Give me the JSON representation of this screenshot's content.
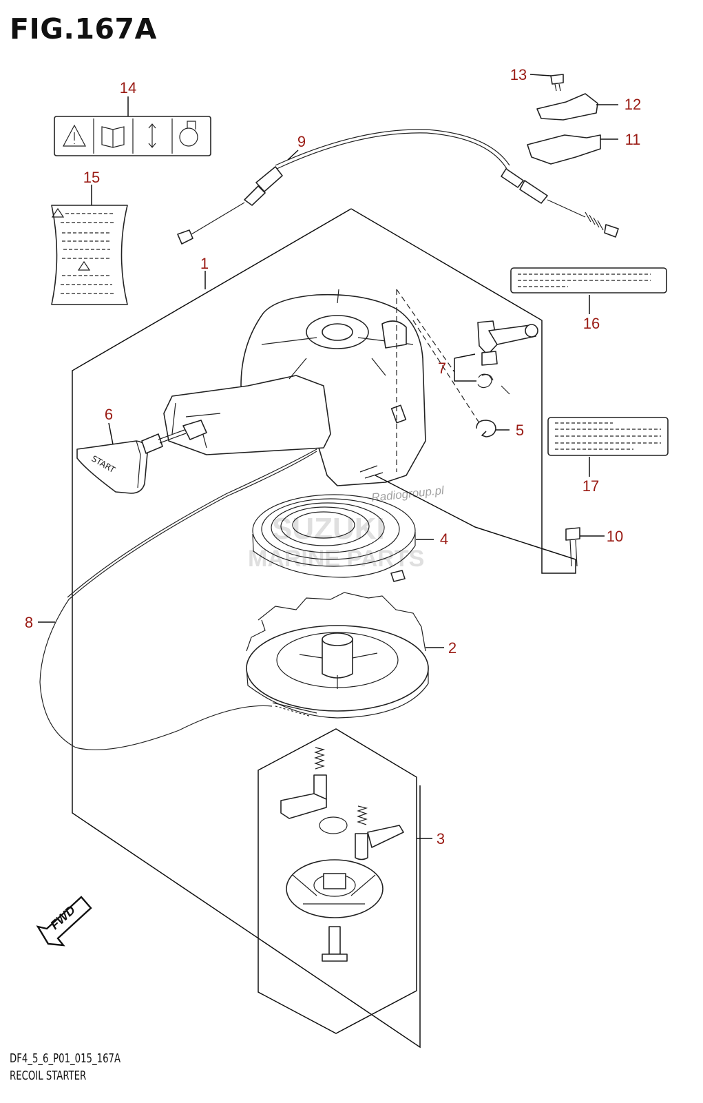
{
  "figure": {
    "title": "FIG.167A",
    "code": "DF4_5_6_P01_015_167A",
    "name": "RECOIL STARTER"
  },
  "watermark": {
    "brand": "SUZUKI",
    "line": "MARINE PARTS",
    "site": "Radiogroup.pl"
  },
  "callouts": [
    "1",
    "2",
    "3",
    "4",
    "5",
    "6",
    "7",
    "8",
    "9",
    "10",
    "11",
    "12",
    "13",
    "14",
    "15",
    "16",
    "17"
  ],
  "icons": [
    "warning-triangle-icon",
    "manual-book-icon",
    "updown-arrow-icon",
    "knob-icon",
    "fwd-arrow-icon"
  ],
  "colors": {
    "callout": "#9a1b14",
    "line": "#111111"
  },
  "fwd_label": "FWD"
}
